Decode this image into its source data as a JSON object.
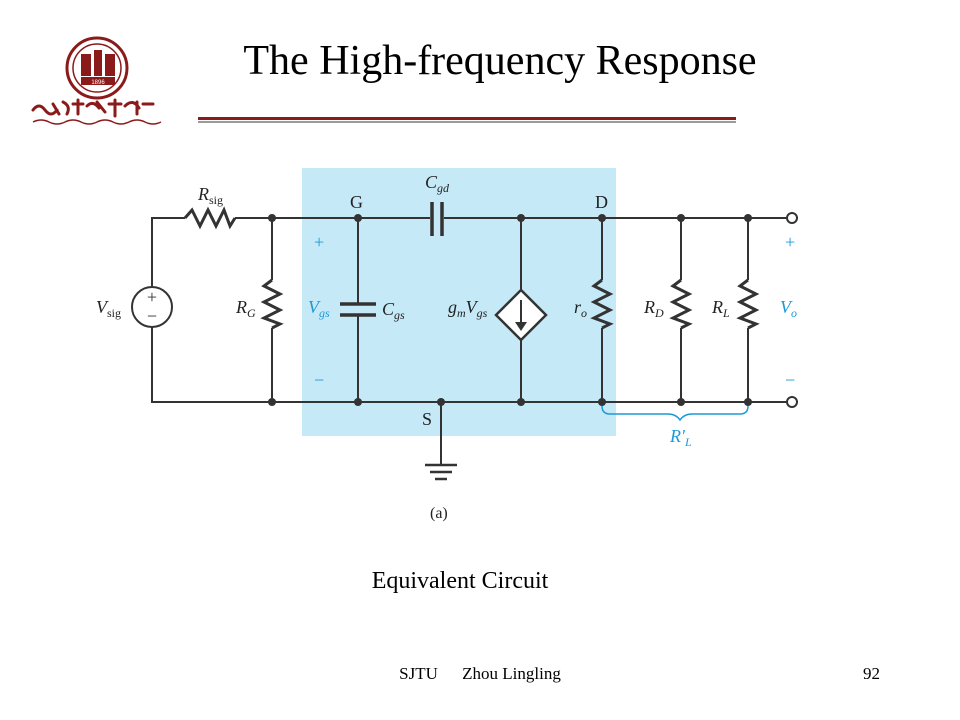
{
  "slide": {
    "title": "The High-frequency Response",
    "caption": "Equivalent Circuit",
    "footer_org": "SJTU",
    "footer_author": "Zhou Lingling",
    "page_number": "92"
  },
  "logo": {
    "year_text": "1896"
  },
  "diagram": {
    "label_rsig": "R",
    "label_rsig_sub": "sig",
    "label_vsig": "V",
    "label_vsig_sub": "sig",
    "label_rg": "R",
    "label_rg_sub": "G",
    "label_g": "G",
    "label_d": "D",
    "label_s": "S",
    "label_cgd": "C",
    "label_cgd_sub": "gd",
    "label_cgs": "C",
    "label_cgs_sub": "gs",
    "label_vgs": "V",
    "label_vgs_sub": "gs",
    "label_gm": "g",
    "label_gm_sub": "m",
    "label_gm_v": "V",
    "label_gm_v_sub": "gs",
    "label_ro": "r",
    "label_ro_sub": "o",
    "label_rd": "R",
    "label_rd_sub": "D",
    "label_rl": "R",
    "label_rl_sub": "L",
    "label_vo": "V",
    "label_vo_sub": "o",
    "label_rlp": "R′",
    "label_rlp_sub": "L",
    "plus": "+",
    "minus": "−",
    "sub_caption": "(a)"
  },
  "colors": {
    "highlight": "#c6e9f8",
    "accent_blue": "#1e9ad6",
    "wire": "#333333",
    "title_rule": "#8b1a1a"
  }
}
